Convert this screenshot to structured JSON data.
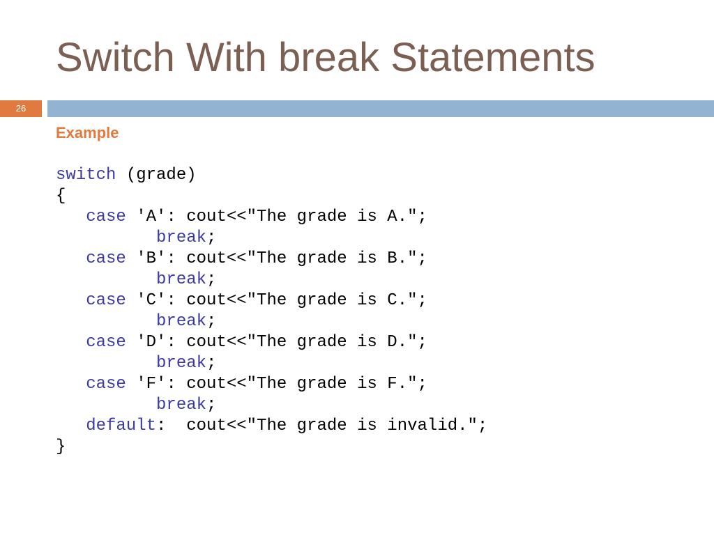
{
  "slide": {
    "title": "Switch With break Statements",
    "number": "26",
    "subheading": "Example"
  },
  "code": {
    "lines": [
      [
        {
          "t": "switch",
          "kw": true
        },
        {
          "t": " (grade)",
          "kw": false
        }
      ],
      [
        {
          "t": "{",
          "kw": false
        }
      ],
      [
        {
          "t": "   ",
          "kw": false
        },
        {
          "t": "case",
          "kw": true
        },
        {
          "t": " 'A': cout<<\"The grade is A.\";",
          "kw": false
        }
      ],
      [
        {
          "t": "          ",
          "kw": false
        },
        {
          "t": "break",
          "kw": true
        },
        {
          "t": ";",
          "kw": false
        }
      ],
      [
        {
          "t": "   ",
          "kw": false
        },
        {
          "t": "case",
          "kw": true
        },
        {
          "t": " 'B': cout<<\"The grade is B.\";",
          "kw": false
        }
      ],
      [
        {
          "t": "          ",
          "kw": false
        },
        {
          "t": "break",
          "kw": true
        },
        {
          "t": ";",
          "kw": false
        }
      ],
      [
        {
          "t": "   ",
          "kw": false
        },
        {
          "t": "case",
          "kw": true
        },
        {
          "t": " 'C': cout<<\"The grade is C.\";",
          "kw": false
        }
      ],
      [
        {
          "t": "          ",
          "kw": false
        },
        {
          "t": "break",
          "kw": true
        },
        {
          "t": ";",
          "kw": false
        }
      ],
      [
        {
          "t": "   ",
          "kw": false
        },
        {
          "t": "case",
          "kw": true
        },
        {
          "t": " 'D': cout<<\"The grade is D.\";",
          "kw": false
        }
      ],
      [
        {
          "t": "          ",
          "kw": false
        },
        {
          "t": "break",
          "kw": true
        },
        {
          "t": ";",
          "kw": false
        }
      ],
      [
        {
          "t": "   ",
          "kw": false
        },
        {
          "t": "case",
          "kw": true
        },
        {
          "t": " 'F': cout<<\"The grade is F.\";",
          "kw": false
        }
      ],
      [
        {
          "t": "          ",
          "kw": false
        },
        {
          "t": "break",
          "kw": true
        },
        {
          "t": ";",
          "kw": false
        }
      ],
      [
        {
          "t": "   ",
          "kw": false
        },
        {
          "t": "default",
          "kw": true
        },
        {
          "t": ":  cout<<\"The grade is invalid.\";",
          "kw": false
        }
      ],
      [
        {
          "t": "}",
          "kw": false
        }
      ]
    ]
  },
  "colors": {
    "title": "#7a5f52",
    "accent_orange": "#e07a3e",
    "accent_blue": "#93b3d3",
    "keyword": "#3b3aa3"
  }
}
